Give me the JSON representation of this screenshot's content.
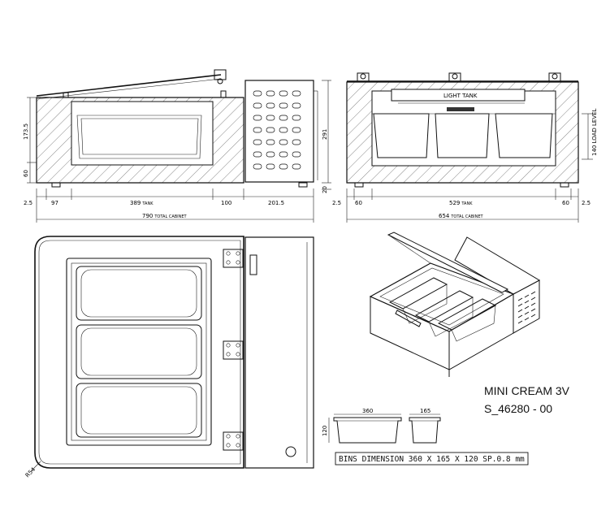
{
  "product": {
    "name": "MINI CREAM 3V",
    "code": "S_46280 - 00"
  },
  "bins_dimension": "BINS DIMENSION 360 X 165 X 120 SP.0.8 mm",
  "labels": {
    "light_tank": "LIGHT TANK",
    "load_level": "140 LOAD LEVEL"
  },
  "side_view": {
    "dims": {
      "h_173_5": "173.5",
      "h_60": "60",
      "h_291": "291",
      "h_20": "20",
      "d_2_5": "2.5",
      "d_97": "97",
      "d_389": "389",
      "d_389_unit": "TANK",
      "d_100": "100",
      "d_201_5": "201.5",
      "total": "790",
      "total_unit": "TOTAL CABINET"
    }
  },
  "front_view": {
    "dims": {
      "d_2_5_left": "2.5",
      "d_60_left": "60",
      "d_529": "529",
      "d_529_unit": "TANK",
      "d_60_right": "60",
      "d_2_5_right": "2.5",
      "total": "654",
      "total_unit": "TOTAL CABINET"
    }
  },
  "top_view": {
    "radius_label": "R54"
  },
  "bin_detail": {
    "length": "360",
    "width": "165",
    "height": "120"
  }
}
